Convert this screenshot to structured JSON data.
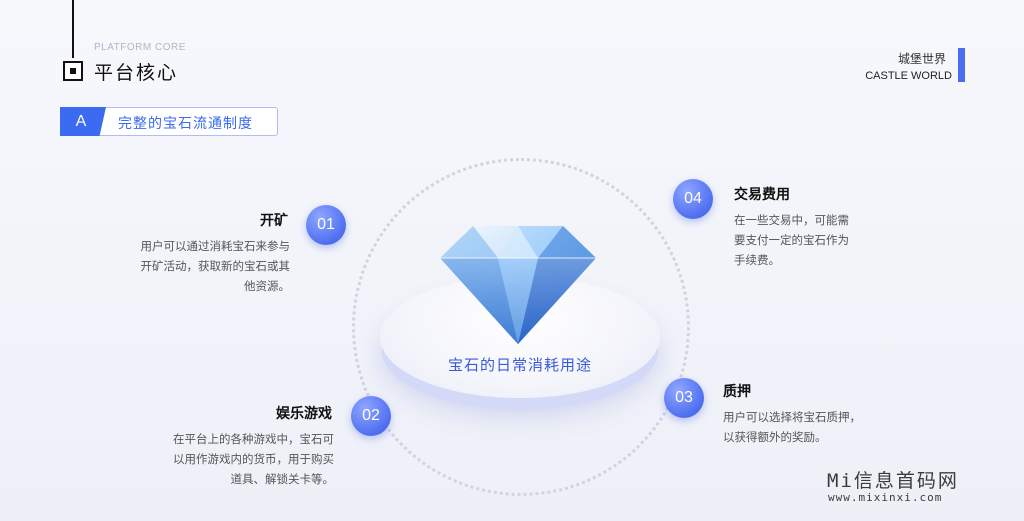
{
  "header": {
    "subtitle_en": "PLATFORM CORE",
    "title": "平台核心",
    "brand_cn": "城堡世界",
    "brand_en": "CASTLE WORLD"
  },
  "section": {
    "letter": "A",
    "title": "完整的宝石流通制度"
  },
  "center": {
    "label": "宝石的日常消耗用途"
  },
  "items": [
    {
      "num": "01",
      "title": "开矿",
      "lines": [
        "用户可以通过消耗宝石来参与",
        "开矿活动，获取新的宝石或其",
        "他资源。"
      ]
    },
    {
      "num": "02",
      "title": "娱乐游戏",
      "lines": [
        "在平台上的各种游戏中，宝石可",
        "以用作游戏内的货币，用于购买",
        "道具、解锁关卡等。"
      ]
    },
    {
      "num": "03",
      "title": "质押",
      "lines": [
        "用户可以选择将宝石质押，",
        "以获得额外的奖励。"
      ]
    },
    {
      "num": "04",
      "title": "交易费用",
      "lines": [
        "在一些交易中，可能需",
        "要支付一定的宝石作为",
        "手续费。"
      ]
    }
  ],
  "watermark": {
    "line1": "Mi信息首码网",
    "line2": "www.mixinxi.com"
  },
  "colors": {
    "accent": "#3a6bf0",
    "text": "#222222"
  }
}
